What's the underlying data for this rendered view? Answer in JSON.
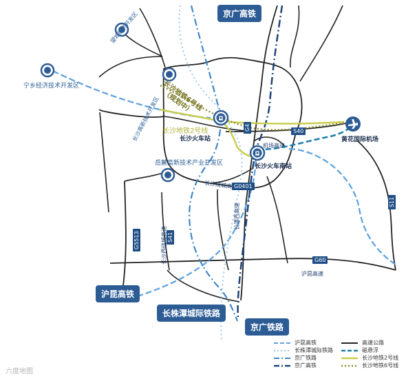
{
  "title_labels": {
    "jingguang_hsr": "京广高铁",
    "hukun_hsr": "沪昆高铁",
    "changzhutan_intercity": "长株潭城际铁路",
    "jingguang_rail": "京广铁路"
  },
  "places": {
    "wangcheng_zone": "望城经济开发区",
    "ningxiang_zone": "宁乡经济技术开发区",
    "changsha_hitech_zone": "长沙高新技术开发区",
    "yuelu_zone": "岳麓高新技术产业开发区",
    "changsha_station": "长沙火车站",
    "changsha_south_station": "长沙火车南站",
    "huanghua_airport": "黄花国际机场",
    "metro6_label": "长沙地铁6号线",
    "metro6_note": "（规划中）",
    "metro2_label": "长沙地铁2号线",
    "airport_expressway": "机场高速",
    "changsha_ring": "长沙绕城高速",
    "changsha_west_ring": "长沙西绕城高速",
    "changtan_west": "长潭西高速",
    "hukun_expressway": "沪昆高速"
  },
  "shields": {
    "g4": "G4",
    "s40": "S40",
    "g0401": "G0401",
    "s11": "S11",
    "g60": "G60",
    "s41": "S41",
    "g5513": "G5513"
  },
  "legend": {
    "hukun": "沪昆高铁",
    "expressway": "高速公路",
    "changzhutan": "长株潭城际铁路",
    "maglev": "磁悬浮",
    "jingguang_rail": "京广铁路",
    "metro2": "长沙地铁2号线",
    "jingguang_hsr": "京广高铁",
    "metro6": "长沙地铁6号线"
  },
  "watermark": "六度地图",
  "colors": {
    "box": "#2d5c95",
    "hukun": "#5fa3de",
    "changzhutan": "#9cc8ea",
    "jingguang_rail": "#3f86c8",
    "jingguang_hsr": "#1d4477",
    "expressway": "#222222",
    "maglev": "#1f7eaa",
    "metro2": "#c9cd4e",
    "metro6": "#8c8b2a"
  },
  "icons": {
    "station": "train-icon",
    "airport": "airplane-icon",
    "zone": "location-icon"
  }
}
